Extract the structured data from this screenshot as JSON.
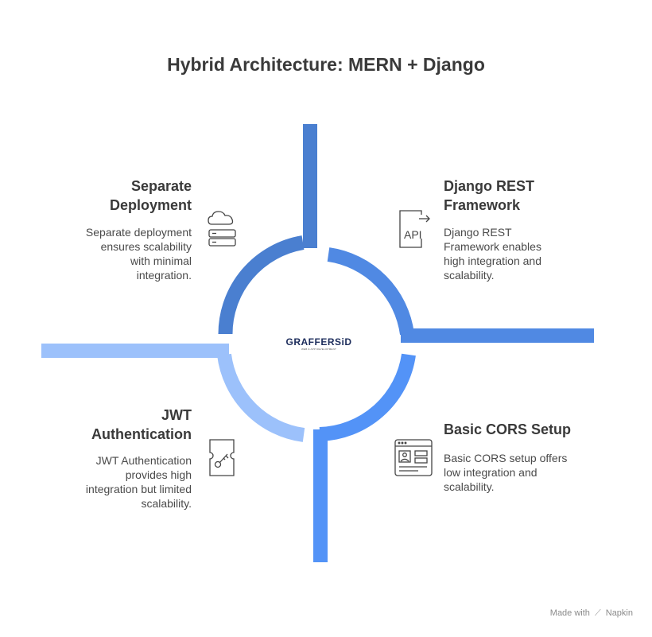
{
  "title": "Hybrid Architecture: MERN + Django",
  "center_logo": {
    "text": "GRAFFERSiD",
    "tagline": "WEB & APP DEVELOPMENT"
  },
  "quadrants": [
    {
      "id": "separate-deployment",
      "heading_lines": [
        "Separate",
        "Deployment"
      ],
      "description_lines": [
        "Separate deployment",
        "ensures scalability",
        "with minimal",
        "integration."
      ],
      "icon": "cloud-server-icon",
      "color": "#4a7fd0"
    },
    {
      "id": "django-rest-framework",
      "heading_lines": [
        "Django REST",
        "Framework"
      ],
      "description_lines": [
        "Django REST",
        "Framework enables",
        "high integration and",
        "scalability."
      ],
      "icon": "api-document-icon",
      "icon_text": "API",
      "color": "#5089e3"
    },
    {
      "id": "basic-cors-setup",
      "heading_lines": [
        "Basic CORS Setup"
      ],
      "description_lines": [
        "Basic CORS setup offers",
        "low integration and",
        "scalability."
      ],
      "icon": "browser-window-icon",
      "color": "#5393f7"
    },
    {
      "id": "jwt-authentication",
      "heading_lines": [
        "JWT",
        "Authentication"
      ],
      "description_lines": [
        "JWT Authentication",
        "provides high",
        "integration but limited",
        "scalability."
      ],
      "icon": "key-ticket-icon",
      "color": "#9cc1fb"
    }
  ],
  "watermark": {
    "prefix": "Made with",
    "brand": "Napkin"
  }
}
